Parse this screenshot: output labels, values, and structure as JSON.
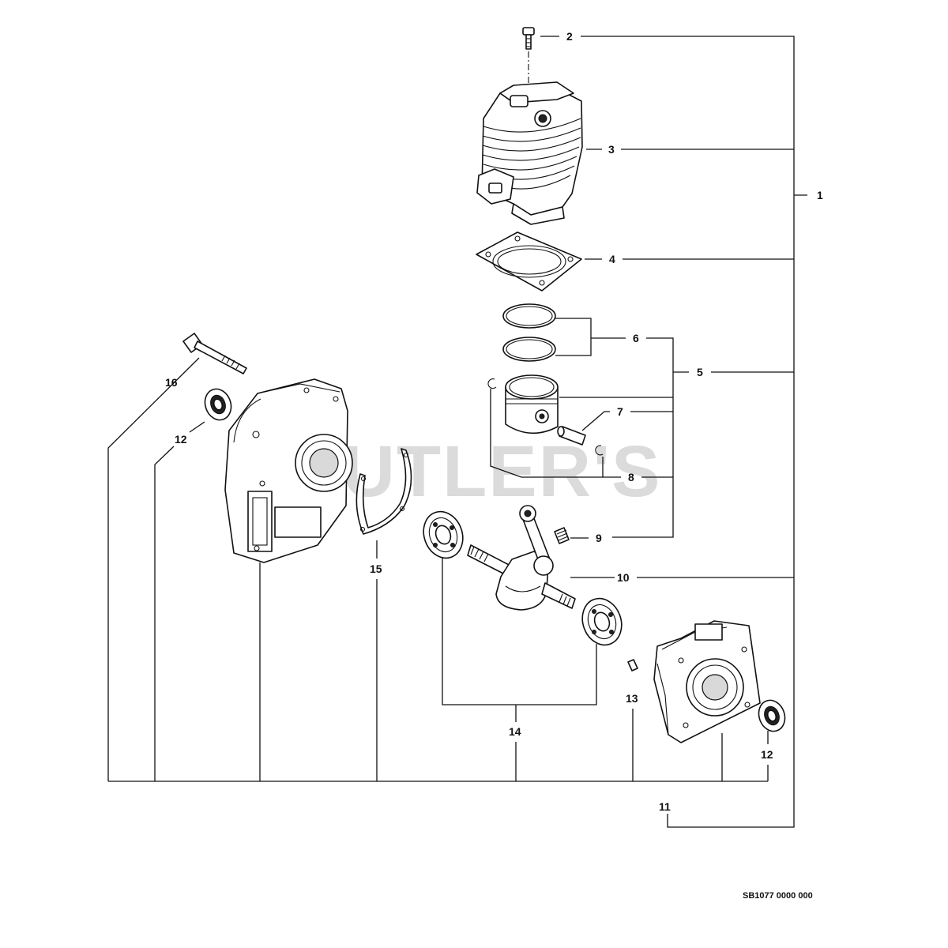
{
  "watermark": "CUTLER'S",
  "reference_code": "SB1077 0000 000",
  "callouts": {
    "c1": "1",
    "c2": "2",
    "c3": "3",
    "c4": "4",
    "c5": "5",
    "c6": "6",
    "c7": "7",
    "c8": "8",
    "c9": "9",
    "c10": "10",
    "c11": "11",
    "c12a": "12",
    "c12b": "12",
    "c13": "13",
    "c14": "14",
    "c15": "15",
    "c16": "16"
  },
  "parts": {
    "bolt": "bolt",
    "cylinder": "cylinder",
    "cylinder_gasket": "cylinder gasket",
    "piston_ring": "piston ring",
    "piston": "piston",
    "piston_pin": "piston pin",
    "circlip": "circlip",
    "needle_bearing": "needle bearing",
    "crankshaft": "crankshaft",
    "crankcase": "crankcase",
    "crankcase_half": "crankcase half",
    "oil_seal": "oil seal",
    "dowel_pin": "dowel pin",
    "ball_bearing": "ball bearing",
    "crankcase_gasket": "crankcase gasket",
    "long_bolt": "bolt"
  },
  "colors": {
    "line": "#111111",
    "watermark": "#bfbfbf",
    "background": "#ffffff"
  }
}
